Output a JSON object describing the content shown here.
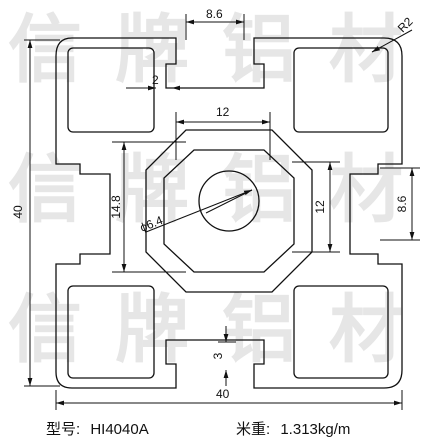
{
  "watermark": {
    "ch1": "信",
    "ch2": "牌",
    "ch3": "铝",
    "ch4": "材"
  },
  "dimensions": {
    "top_width": "8.6",
    "radius": "R2",
    "wall": "2",
    "inner_span": "12",
    "left_height": "40",
    "core_height": "14.8",
    "hole": "ϕ6.4",
    "right_span": "12",
    "right_slot": "8.6",
    "bottom_gap": "3",
    "bottom_width": "40"
  },
  "caption": {
    "model_label": "型号:",
    "model_value": "HI4040A",
    "weight_label": "米重:",
    "weight_value": "1.313kg/m"
  }
}
